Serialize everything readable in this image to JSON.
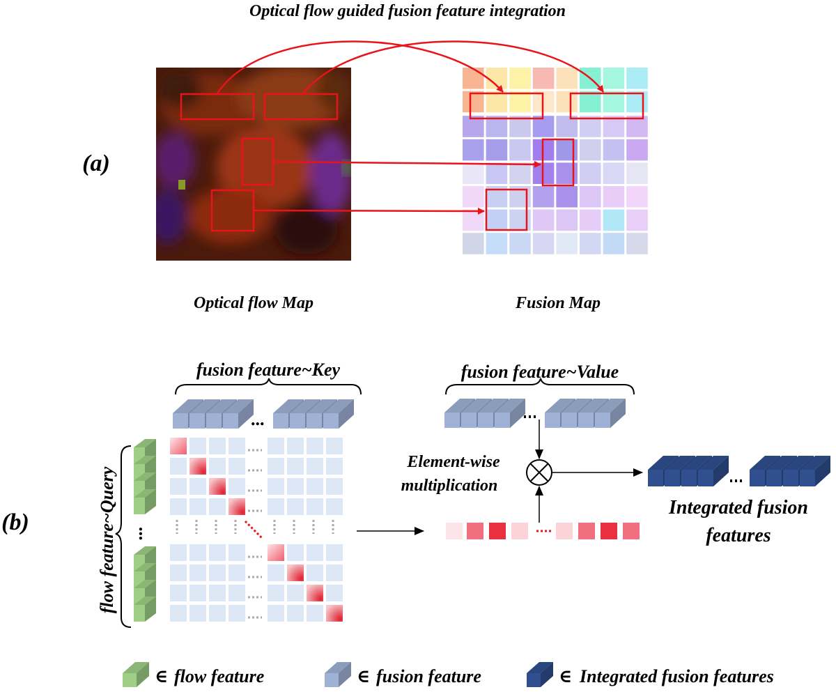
{
  "part_a": {
    "title": "Optical flow guided fusion feature integration",
    "panel_label": "(a)",
    "left_caption": "Optical flow Map",
    "right_caption": "Fusion Map"
  },
  "part_b": {
    "panel_label": "(b)",
    "key_label": "fusion feature~Key",
    "value_label": "fusion feature~Value",
    "query_label": "flow  feature~Query",
    "op_label_line1": "Element-wise",
    "op_label_line2": "multiplication",
    "output_label_line1": "Integrated fusion",
    "output_label_line2": "features"
  },
  "legend": [
    {
      "symbol": "∈",
      "text": "flow feature",
      "color": "#9fcf86"
    },
    {
      "symbol": "∈",
      "text": "fusion feature",
      "color": "#9fb1d5"
    },
    {
      "symbol": "∈",
      "text": "Integrated fusion features",
      "color": "#2f4f8f"
    }
  ],
  "colors": {
    "highlight_box": "#e8141a",
    "matrix_cell": "#dce8f6",
    "attention_red": "#e8424e",
    "flow_green": "#9fcf86",
    "fusion_blue": "#9fb1d5",
    "integrated_blue": "#2f4f8f"
  },
  "fusion_map_rows": [
    [
      "#f7b591",
      "#fde7a8",
      "#fdf2a6",
      "#f8b8b4",
      "#fde1b8",
      "#86f0d4",
      "#a4f7de",
      "#acecf6"
    ],
    [
      "#f7b591",
      "#fde7a8",
      "#fdf2a6",
      "#fde7c8",
      "#fde1b8",
      "#86f0d4",
      "#a4f7de",
      "#acecf6"
    ],
    [
      "#b7a6ec",
      "#b9b5ef",
      "#c9c9ee",
      "#a69df0",
      "#c1bbee",
      "#d0cff3",
      "#d7c9f6",
      "#d2b9f4"
    ],
    [
      "#a9a0eb",
      "#a69ce8",
      "#c9c8f0",
      "#a17ded",
      "#9f98e8",
      "#d0cfee",
      "#c5c0f2",
      "#cba9f2"
    ],
    [
      "#e9e7f7",
      "#c8c6f2",
      "#d3d3f0",
      "#a380ec",
      "#a990ea",
      "#d0cff3",
      "#d8d7f4",
      "#e6e5f4"
    ],
    [
      "#f0d8f8",
      "#c7d0f3",
      "#cfd0ee",
      "#b3a1ee",
      "#a990ea",
      "#dbc6f6",
      "#e8cdf8",
      "#f2d6fa"
    ],
    [
      "#f0d8f8",
      "#c3cff5",
      "#cbd2f2",
      "#e0c8f6",
      "#dcc6f6",
      "#e6cdf8",
      "#b2e7f8",
      "#e7cff8"
    ],
    [
      "#d0d6e8",
      "#c4dcf8",
      "#cad7f5",
      "#d8d6f2",
      "#e1e8f6",
      "#d2d7f3",
      "#c2daf6",
      "#d6d9ea"
    ]
  ]
}
